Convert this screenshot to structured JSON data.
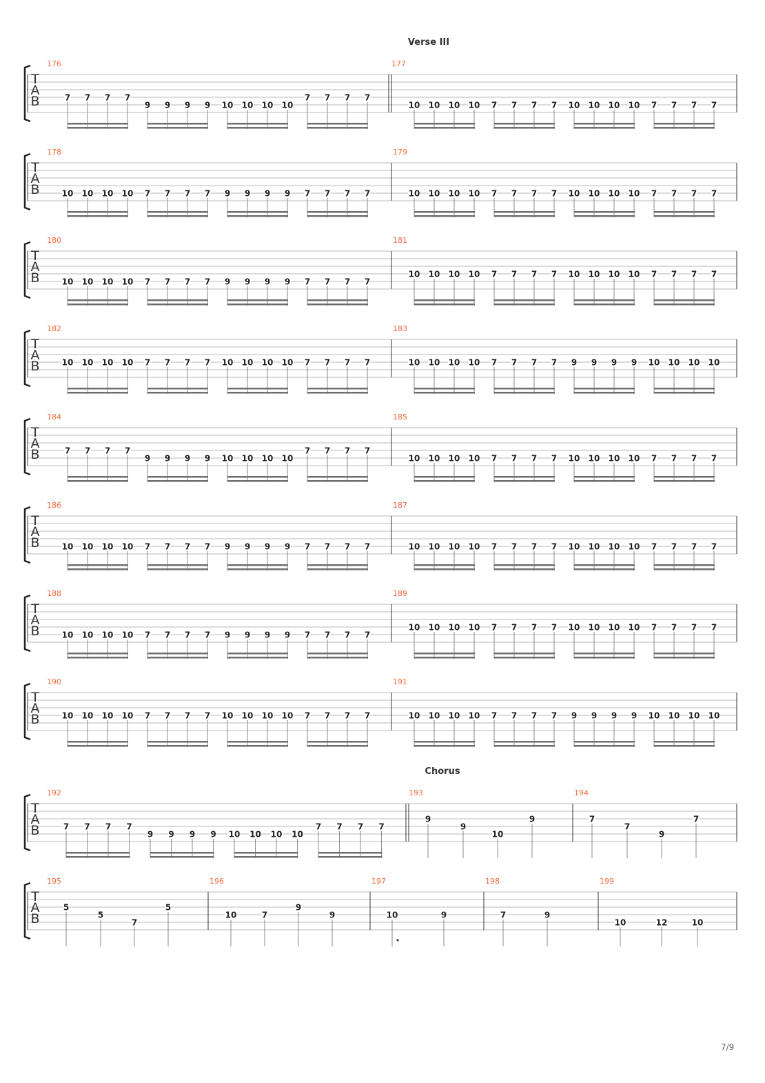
{
  "sections": [
    {
      "label": "Verse III"
    },
    {
      "label": "Chorus"
    }
  ],
  "page_number": "7/9",
  "tab_letters": [
    "T",
    "A",
    "B"
  ],
  "colors": {
    "measure_number": "#f26a3a",
    "staff_line": "#b8b8b8",
    "barline": "#333333",
    "beam": "#6e6e6e",
    "stem": "#8a8a8a",
    "fret_text": "#222222"
  },
  "systems": [
    {
      "measures": [
        {
          "number": "176",
          "groups": [
            {
              "fret": "7",
              "string": 4
            },
            {
              "fret": "9",
              "string": 5
            },
            {
              "fret": "10",
              "string": 5
            },
            {
              "fret": "7",
              "string": 4
            }
          ]
        },
        {
          "number": "177",
          "groups": [
            {
              "fret": "10",
              "string": 5
            },
            {
              "fret": "7",
              "string": 5
            },
            {
              "fret": "10",
              "string": 5
            },
            {
              "fret": "7",
              "string": 5
            }
          ]
        }
      ]
    },
    {
      "measures": [
        {
          "number": "178",
          "groups": [
            {
              "fret": "10",
              "string": 5
            },
            {
              "fret": "7",
              "string": 5
            },
            {
              "fret": "9",
              "string": 5
            },
            {
              "fret": "7",
              "string": 5
            }
          ]
        },
        {
          "number": "179",
          "groups": [
            {
              "fret": "10",
              "string": 5
            },
            {
              "fret": "7",
              "string": 5
            },
            {
              "fret": "10",
              "string": 5
            },
            {
              "fret": "7",
              "string": 5
            }
          ]
        }
      ]
    },
    {
      "measures": [
        {
          "number": "180",
          "groups": [
            {
              "fret": "10",
              "string": 5
            },
            {
              "fret": "7",
              "string": 5
            },
            {
              "fret": "9",
              "string": 5
            },
            {
              "fret": "7",
              "string": 5
            }
          ]
        },
        {
          "number": "181",
          "groups": [
            {
              "fret": "10",
              "string": 4
            },
            {
              "fret": "7",
              "string": 4
            },
            {
              "fret": "10",
              "string": 4
            },
            {
              "fret": "7",
              "string": 4
            }
          ]
        }
      ]
    },
    {
      "measures": [
        {
          "number": "182",
          "groups": [
            {
              "fret": "10",
              "string": 4
            },
            {
              "fret": "7",
              "string": 4
            },
            {
              "fret": "10",
              "string": 4
            },
            {
              "fret": "7",
              "string": 4
            }
          ]
        },
        {
          "number": "183",
          "groups": [
            {
              "fret": "10",
              "string": 4
            },
            {
              "fret": "7",
              "string": 4
            },
            {
              "fret": "9",
              "string": 4
            },
            {
              "fret": "10",
              "string": 4
            }
          ]
        }
      ]
    },
    {
      "measures": [
        {
          "number": "184",
          "groups": [
            {
              "fret": "7",
              "string": 4
            },
            {
              "fret": "9",
              "string": 5
            },
            {
              "fret": "10",
              "string": 5
            },
            {
              "fret": "7",
              "string": 4
            }
          ]
        },
        {
          "number": "185",
          "groups": [
            {
              "fret": "10",
              "string": 5
            },
            {
              "fret": "7",
              "string": 5
            },
            {
              "fret": "10",
              "string": 5
            },
            {
              "fret": "7",
              "string": 5
            }
          ]
        }
      ]
    },
    {
      "measures": [
        {
          "number": "186",
          "groups": [
            {
              "fret": "10",
              "string": 5
            },
            {
              "fret": "7",
              "string": 5
            },
            {
              "fret": "9",
              "string": 5
            },
            {
              "fret": "7",
              "string": 5
            }
          ]
        },
        {
          "number": "187",
          "groups": [
            {
              "fret": "10",
              "string": 5
            },
            {
              "fret": "7",
              "string": 5
            },
            {
              "fret": "10",
              "string": 5
            },
            {
              "fret": "7",
              "string": 5
            }
          ]
        }
      ]
    },
    {
      "measures": [
        {
          "number": "188",
          "groups": [
            {
              "fret": "10",
              "string": 5
            },
            {
              "fret": "7",
              "string": 5
            },
            {
              "fret": "9",
              "string": 5
            },
            {
              "fret": "7",
              "string": 5
            }
          ]
        },
        {
          "number": "189",
          "groups": [
            {
              "fret": "10",
              "string": 4
            },
            {
              "fret": "7",
              "string": 4
            },
            {
              "fret": "10",
              "string": 4
            },
            {
              "fret": "7",
              "string": 4
            }
          ]
        }
      ]
    },
    {
      "measures": [
        {
          "number": "190",
          "groups": [
            {
              "fret": "10",
              "string": 4
            },
            {
              "fret": "7",
              "string": 4
            },
            {
              "fret": "10",
              "string": 4
            },
            {
              "fret": "7",
              "string": 4
            }
          ]
        },
        {
          "number": "191",
          "groups": [
            {
              "fret": "10",
              "string": 4
            },
            {
              "fret": "7",
              "string": 4
            },
            {
              "fret": "9",
              "string": 4
            },
            {
              "fret": "10",
              "string": 4
            }
          ]
        }
      ]
    },
    {
      "measures": [
        {
          "number": "192",
          "groups": [
            {
              "fret": "7",
              "string": 4
            },
            {
              "fret": "9",
              "string": 5
            },
            {
              "fret": "10",
              "string": 5
            },
            {
              "fret": "7",
              "string": 4
            }
          ]
        },
        {
          "number": "193",
          "notes": [
            {
              "fret": "9",
              "string": 3
            },
            {
              "fret": "9",
              "string": 4
            },
            {
              "fret": "10",
              "string": 5
            },
            {
              "fret": "9",
              "string": 3
            }
          ]
        },
        {
          "number": "194",
          "notes": [
            {
              "fret": "7",
              "string": 3
            },
            {
              "fret": "7",
              "string": 4
            },
            {
              "fret": "9",
              "string": 5
            },
            {
              "fret": "7",
              "string": 3
            }
          ]
        }
      ]
    },
    {
      "measures": [
        {
          "number": "195",
          "notes": [
            {
              "fret": "5",
              "string": 3
            },
            {
              "fret": "5",
              "string": 4
            },
            {
              "fret": "7",
              "string": 5
            },
            {
              "fret": "5",
              "string": 3
            }
          ]
        },
        {
          "number": "196",
          "notes": [
            {
              "fret": "10",
              "string": 4
            },
            {
              "fret": "7",
              "string": 4
            },
            {
              "fret": "9",
              "string": 3
            },
            {
              "fret": "9",
              "string": 4
            }
          ]
        },
        {
          "number": "197",
          "notes": [
            {
              "fret": "10",
              "string": 4,
              "dotted": true
            },
            {
              "fret": "9",
              "string": 4
            }
          ]
        },
        {
          "number": "198",
          "notes": [
            {
              "fret": "7",
              "string": 4
            },
            {
              "fret": "9",
              "string": 4
            }
          ]
        },
        {
          "number": "199",
          "notes": [
            {
              "fret": "10",
              "string": 5
            },
            {
              "fret": "12",
              "string": 5
            },
            {
              "fret": "10",
              "string": 5
            }
          ]
        }
      ]
    }
  ]
}
